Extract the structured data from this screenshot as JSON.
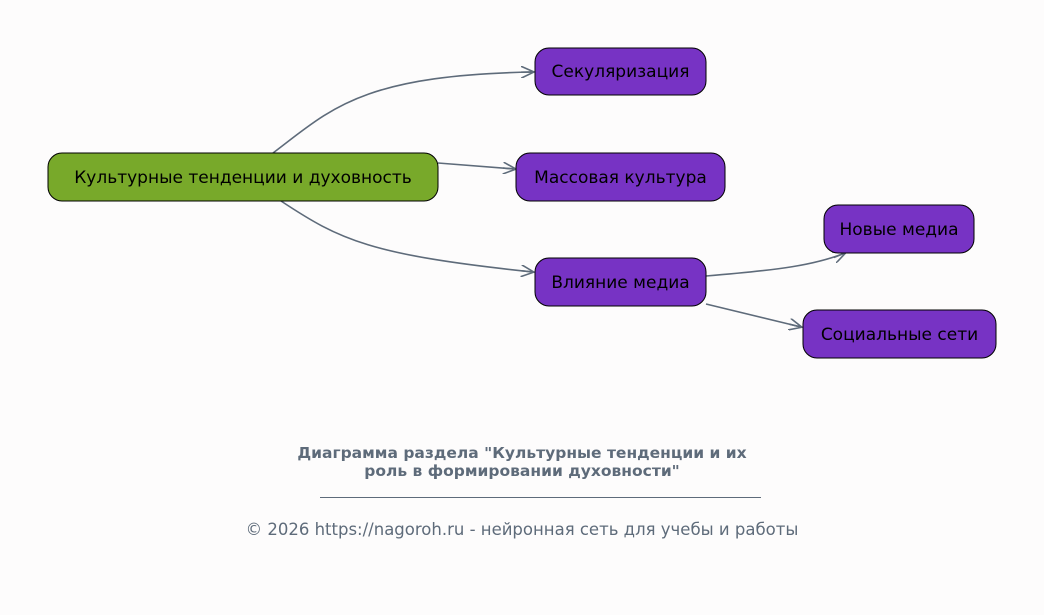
{
  "colors": {
    "root": "#78a92a",
    "child": "#7733c4",
    "edge": "#5e6b7a",
    "text": "#5e6b7a"
  },
  "nodes": {
    "root": "Культурные тенденции и духовность",
    "secularization": "Секуляризация",
    "mass_culture": "Массовая культура",
    "media_influence": "Влияние медиа",
    "new_media": "Новые медиа",
    "social_networks": "Социальные сети"
  },
  "caption": {
    "title_line1": "Диаграмма раздела \"Культурные тенденции и их",
    "title_line2": "роль в формировании духовности\"",
    "copyright": "© 2026 https://nagoroh.ru - нейронная сеть для учебы и работы"
  }
}
